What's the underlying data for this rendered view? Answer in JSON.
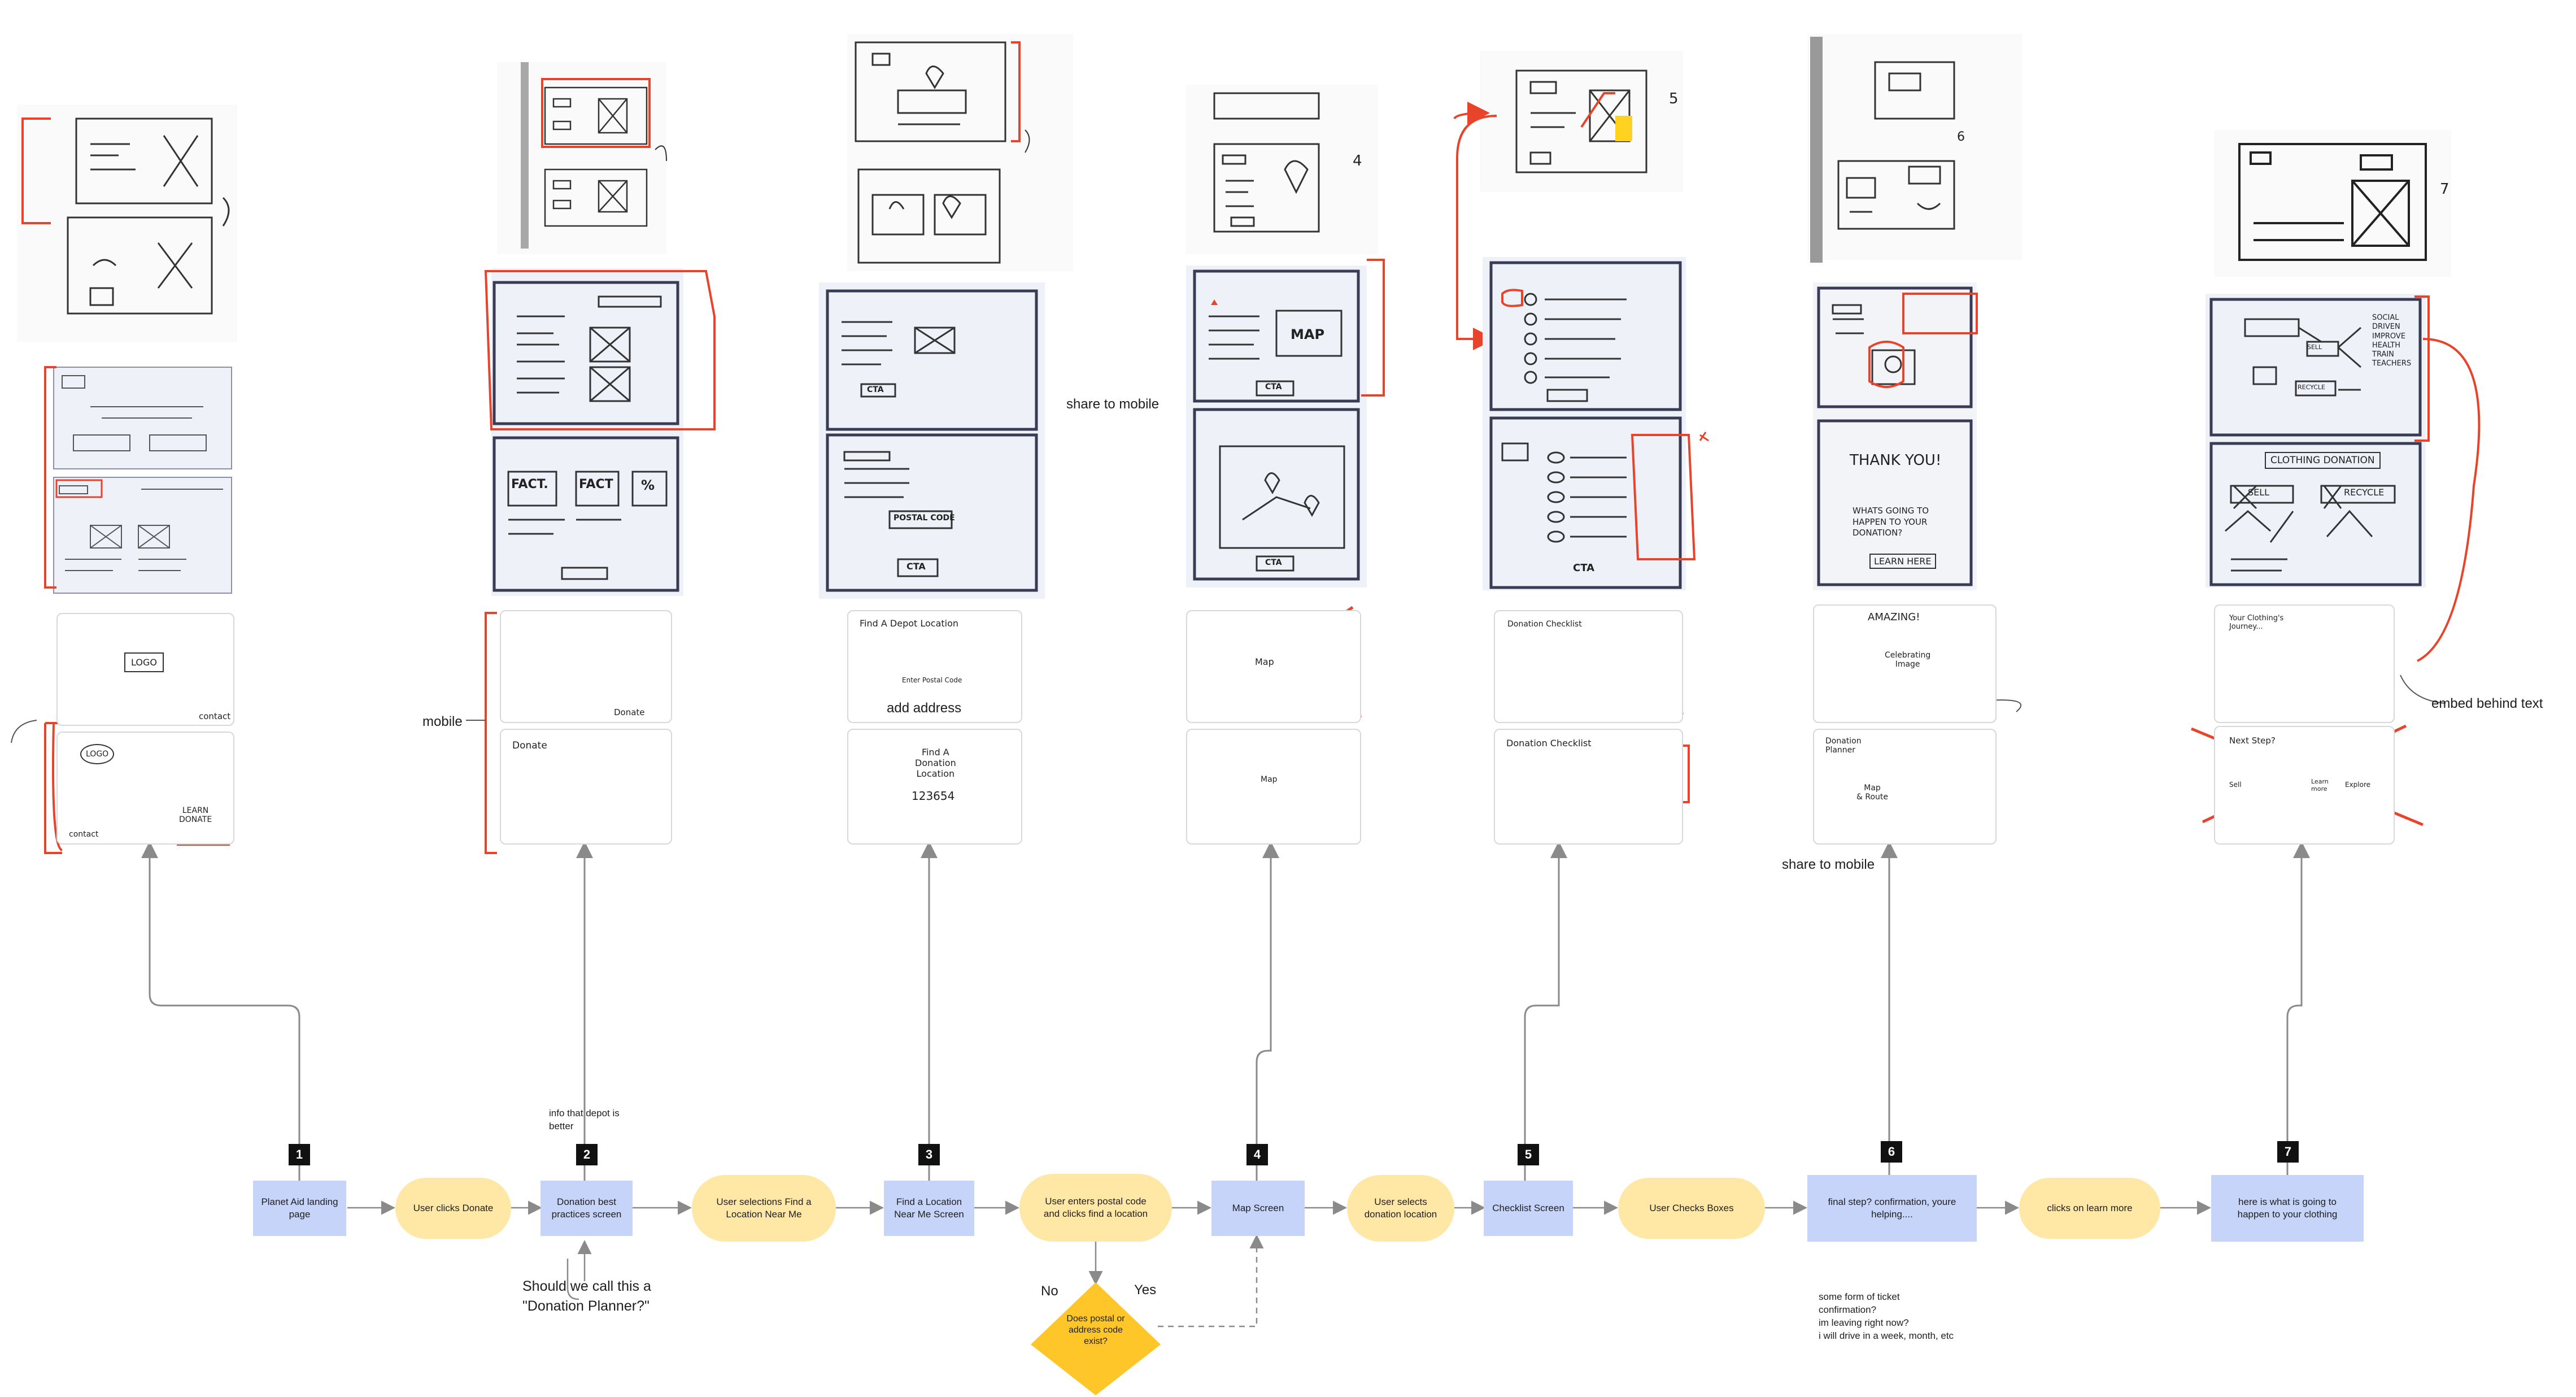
{
  "steps": [
    {
      "number": "1",
      "label": "Planet Aid landing page",
      "kind": "screen"
    },
    {
      "label": "User clicks Donate",
      "kind": "action"
    },
    {
      "number": "2",
      "label": "Donation best practices screen",
      "kind": "screen"
    },
    {
      "label": "User selections Find a Location Near Me",
      "kind": "action"
    },
    {
      "number": "3",
      "label": "Find a Location Near Me Screen",
      "kind": "screen"
    },
    {
      "label": "User enters postal code and clicks find a location",
      "kind": "action"
    },
    {
      "number": "4",
      "label": "Map Screen",
      "kind": "screen"
    },
    {
      "label": "User selects donation location",
      "kind": "action"
    },
    {
      "number": "5",
      "label": "Checklist Screen",
      "kind": "screen"
    },
    {
      "label": "User Checks Boxes",
      "kind": "action"
    },
    {
      "number": "6",
      "label": "final step? confirmation, youre helping....",
      "kind": "screen"
    },
    {
      "label": "clicks on learn more",
      "kind": "action"
    },
    {
      "number": "7",
      "label": "here is what is going to happen to your clothing",
      "kind": "screen"
    }
  ],
  "decision": {
    "label": "Does postal or address code exist?",
    "no": "No",
    "yes": "Yes"
  },
  "notes": {
    "info_depot": "info that depot is better",
    "donation_planner": "Should we call this a \"Donation Planner?\"",
    "ticket": "some form of ticket\nconfirmation?\nim leaving right now?\ni will drive in a week, month, etc",
    "mobile": "mobile",
    "add_address": "add address",
    "share_to_mobile_1": "share to mobile",
    "share_to_mobile_2": "share to mobile",
    "embed_behind_text": "embed behind text"
  },
  "sketch_text": {
    "logo": "LOGO",
    "learn_donate": "LEARN\nDONATE",
    "contact": "contact",
    "donate": "Donate",
    "fact": "FACT.",
    "fact2": "FACT",
    "percent": "%",
    "cta": "CTA",
    "postal_code": "POSTAL CODE",
    "find_depot": "Find A Depot Location",
    "enter_postal": "Enter Postal Code",
    "find_depot_big": "Find A\nDonation\nLocation",
    "digits": "123654",
    "map": "MAP",
    "map_small": "Map",
    "checklist": "Donation Checklist",
    "thank_you": "THANK YOU!",
    "whats_going": "WHATS GOING TO\nHAPPEN TO YOUR\nDONATION?",
    "learn_here": "LEARN HERE",
    "amazing": "AMAZING!",
    "celebrating": "Celebrating\nImage",
    "donation_planner": "Donation\nPlanner",
    "map_route": "Map\n& Route",
    "clothing_donation": "CLOTHING DONATION",
    "sell": "SELL",
    "recycle": "RECYCLE",
    "your_clothing": "Your Clothing's\nJourney...",
    "next_step": "Next Step?",
    "explore": "Explore",
    "sell_btn": "Sell",
    "learn_more": "Learn\nmore",
    "social": "SOCIAL\nDRIVEN\nIMPROVE\nHEALTH\nTRAIN\nTEACHERS",
    "num4": "4",
    "num5": "5",
    "num6": "6",
    "num7": "7",
    "sell_small": "SELL",
    "recycle_small": "RECYCLE"
  },
  "colors": {
    "screen": "#c6d4f9",
    "action": "#ffe7a6",
    "decision": "#ffc629",
    "connector": "#8a8a8a",
    "annotation": "#e8432b"
  }
}
